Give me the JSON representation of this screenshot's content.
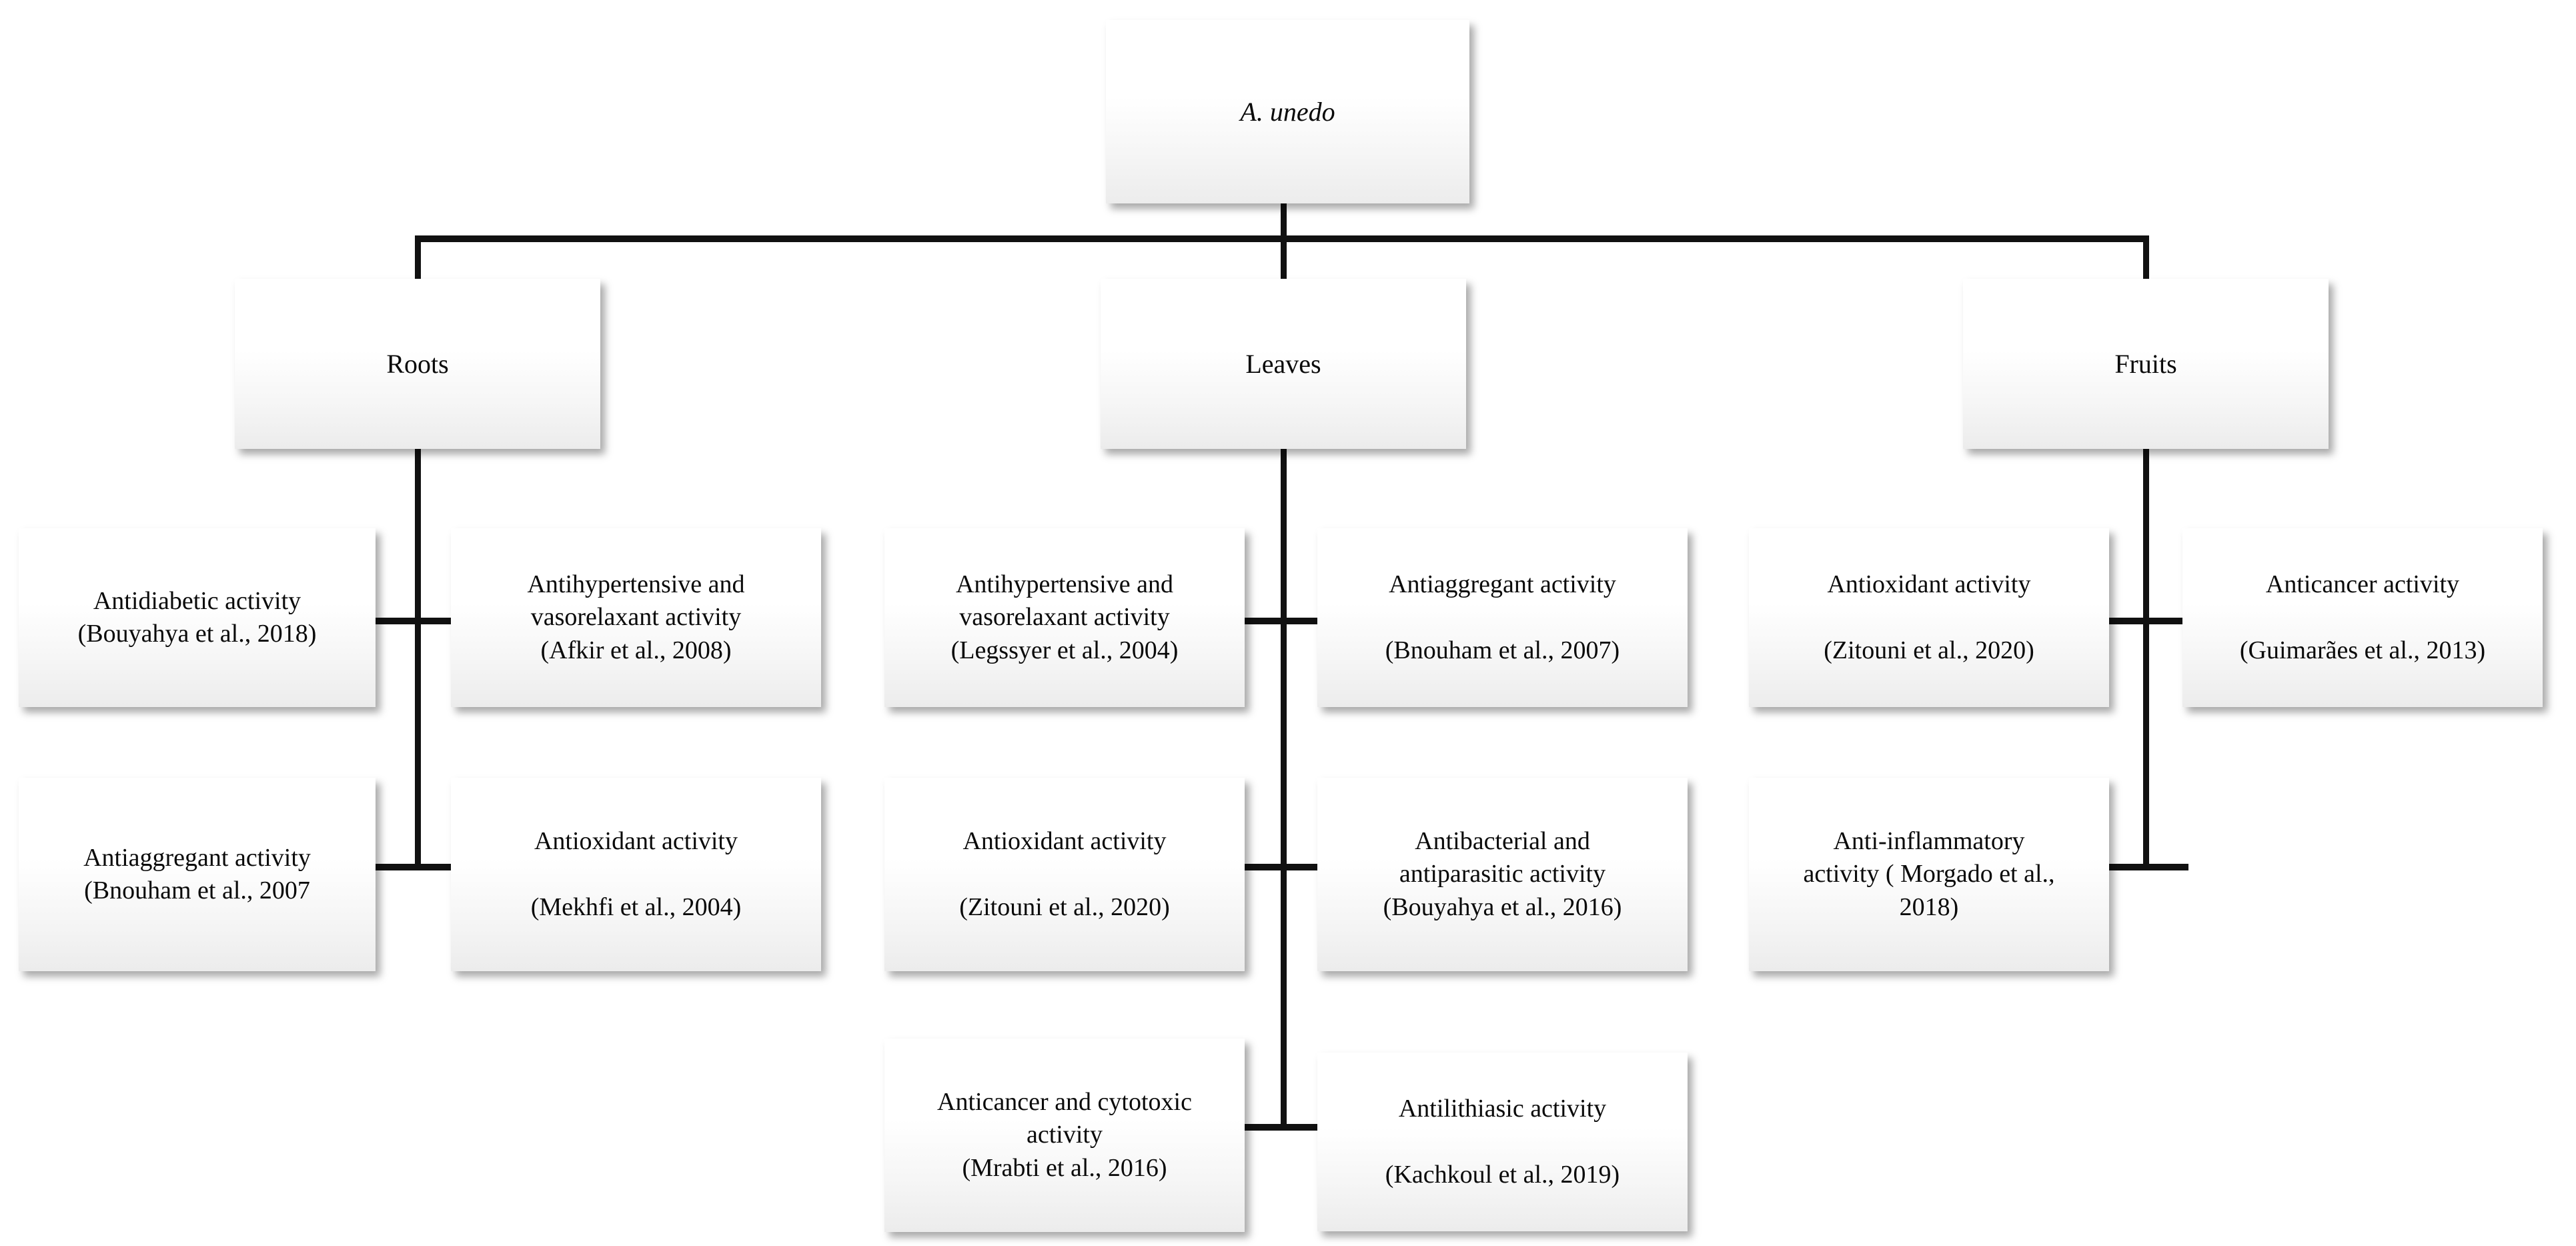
{
  "diagram": {
    "type": "hierarchy-tree",
    "root": {
      "label": "A. unedo",
      "italic": true
    },
    "branches": [
      {
        "name": "roots",
        "label": "Roots",
        "activities": [
          {
            "title": "Antidiabetic activity",
            "citation": "(Bouyahya et al., 2018)",
            "text": "Antidiabetic activity\n(Bouyahya et al., 2018)"
          },
          {
            "title": "Antihypertensive and vasorelaxant activity",
            "citation": "(Afkir et al., 2008)",
            "text": "Antihypertensive and\nvasorelaxant activity\n(Afkir et al., 2008)"
          },
          {
            "title": "Antiaggregant activity",
            "citation": "(Bnouham et al., 2007",
            "text": "Antiaggregant activity\n(Bnouham et al., 2007"
          },
          {
            "title": "Antioxidant activity",
            "citation": "(Mekhfi et al., 2004)",
            "text": "Antioxidant activity\n\n(Mekhfi et al., 2004)"
          }
        ]
      },
      {
        "name": "leaves",
        "label": "Leaves",
        "activities": [
          {
            "title": "Antihypertensive and vasorelaxant activity",
            "citation": "(Legssyer et al., 2004)",
            "text": "Antihypertensive and\nvasorelaxant activity\n(Legssyer et al., 2004)"
          },
          {
            "title": "Antiaggregant activity",
            "citation": "(Bnouham et al., 2007)",
            "text": "Antiaggregant activity\n\n(Bnouham et al., 2007)"
          },
          {
            "title": "Antioxidant activity",
            "citation": "(Zitouni et al., 2020)",
            "text": "Antioxidant activity\n\n(Zitouni et al., 2020)"
          },
          {
            "title": "Antibacterial and antiparasitic activity",
            "citation": "(Bouyahya et al., 2016)",
            "text": "Antibacterial and\nantiparasitic activity\n(Bouyahya et al., 2016)"
          },
          {
            "title": "Anticancer and cytotoxic activity",
            "citation": "(Mrabti et al., 2016)",
            "text": "Anticancer and cytotoxic\nactivity\n(Mrabti et al., 2016)"
          },
          {
            "title": "Antilithiasic activity",
            "citation": "(Kachkoul et al., 2019)",
            "text": "Antilithiasic activity\n\n(Kachkoul et al., 2019)"
          }
        ]
      },
      {
        "name": "fruits",
        "label": "Fruits",
        "activities": [
          {
            "title": "Antioxidant activity",
            "citation": "(Zitouni et al., 2020)",
            "text": "Antioxidant activity\n\n(Zitouni et al., 2020)"
          },
          {
            "title": "Anticancer activity",
            "citation": "(Guimarães et al., 2013)",
            "text": "Anticancer activity\n\n(Guimarães et al., 2013)"
          },
          {
            "title": "Anti-inflammatory activity",
            "citation": "( Morgado et al., 2018)",
            "text": "Anti-inflammatory\nactivity ( Morgado et al.,\n2018)"
          }
        ]
      }
    ],
    "colors": {
      "connector": "#111111",
      "box_fill_top": "#ffffff",
      "box_fill_bottom": "#ececec",
      "text": "#0a0a0a"
    }
  }
}
